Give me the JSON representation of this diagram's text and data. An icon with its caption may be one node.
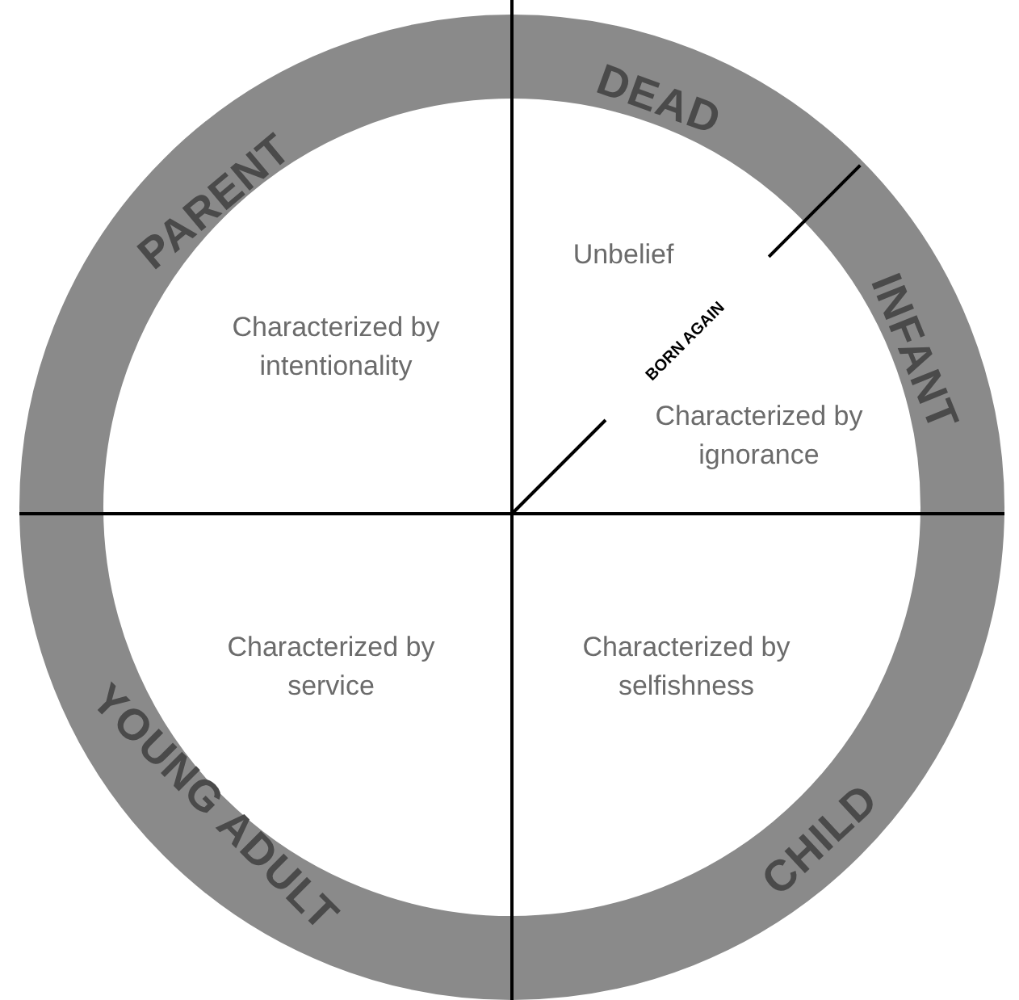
{
  "diagram": {
    "labels": [
      "DEAD",
      "INFANT",
      "PARENT",
      "Unbelief",
      "Characterized by intentionality",
      "BORN AGAIN",
      "Characterized by ignorance",
      "Characterized by service",
      "Characterized by selfishness",
      "YOUNG ADULT",
      "CHILD"
    ]
  }
}
